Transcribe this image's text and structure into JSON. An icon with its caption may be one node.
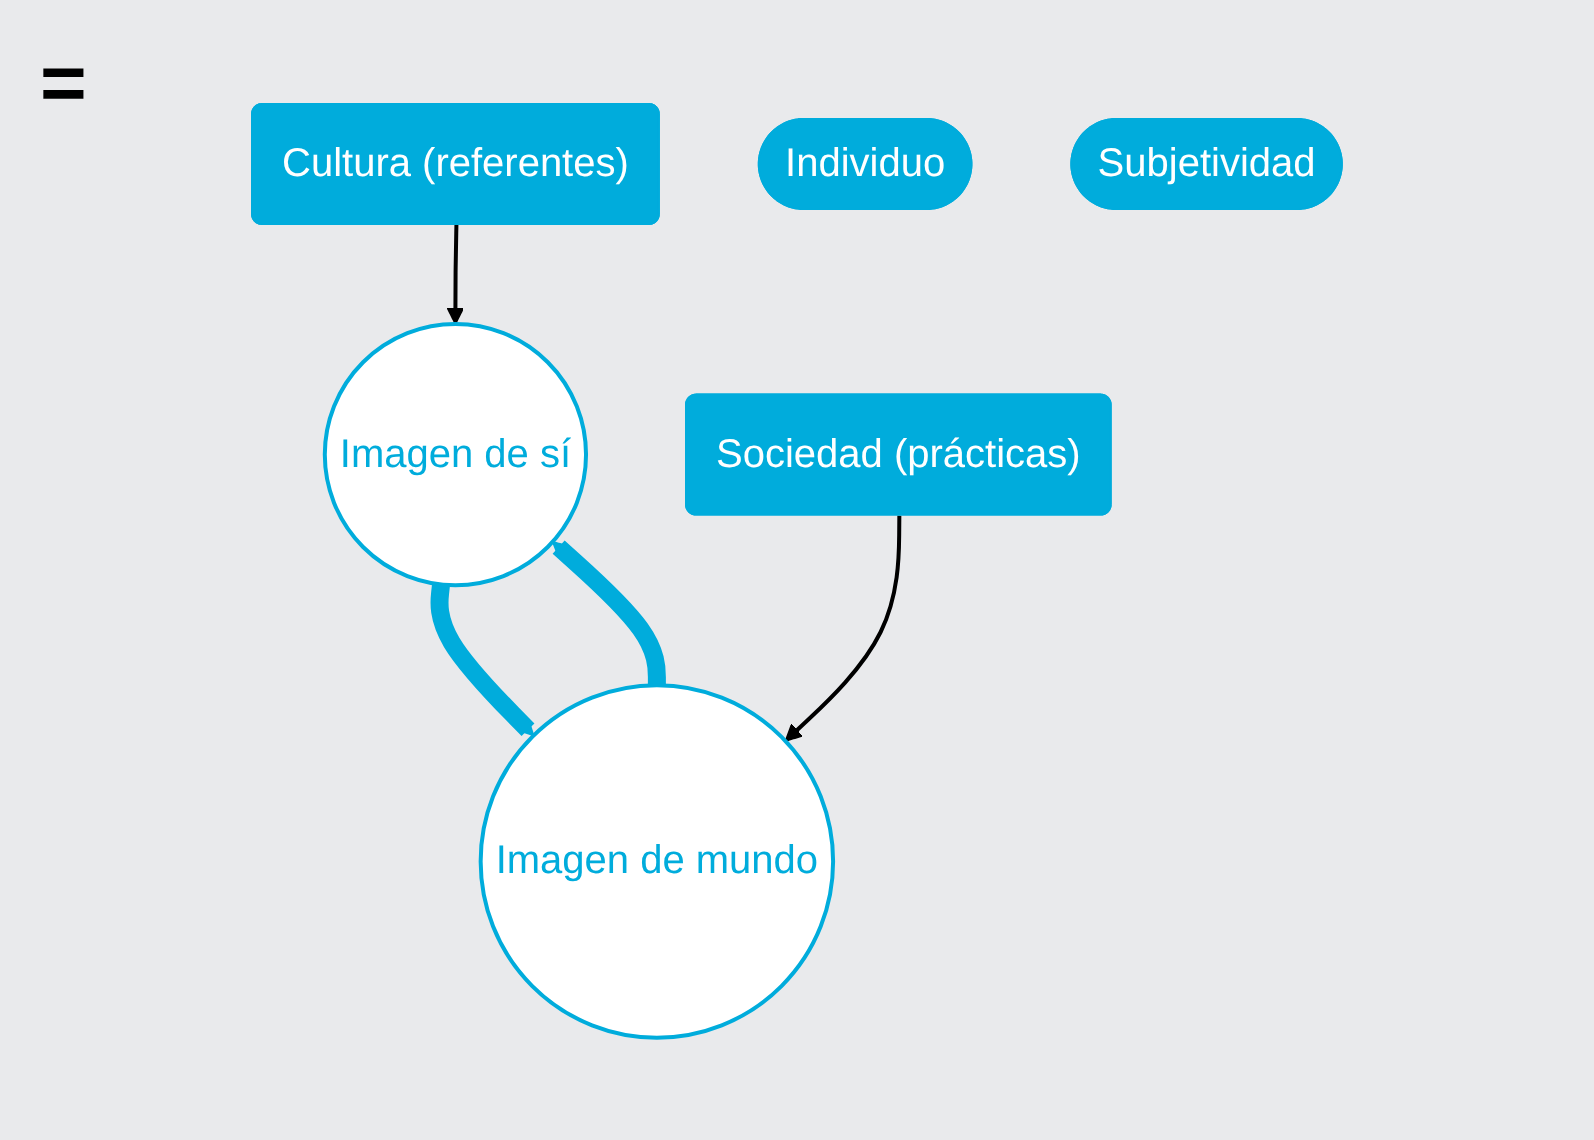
{
  "diagram": {
    "nodes": [
      {
        "text": [
          "Cultura (referentes)"
        ]
      },
      {
        "text": [
          "Imagen de sí"
        ]
      },
      {
        "text": [
          "Individuo"
        ]
      },
      {
        "text": [
          "Imagen de mundo"
        ]
      },
      {
        "text": [
          "Sociedad (prácticas)"
        ]
      },
      {
        "text": [
          "Subjetividad"
        ]
      }
    ],
    "edges": [
      {
        "from": 0,
        "to": 1,
        "arrow": "to"
      },
      {
        "from": 1,
        "to": 3,
        "arrow": "to",
        "style": "thick",
        "color": "#00acdc"
      },
      {
        "from": 3,
        "to": 1,
        "arrow": "to",
        "style": "thick",
        "color": "#00acdc"
      },
      {
        "from": 4,
        "to": 3,
        "arrow": "to"
      }
    ],
    "labels": [
      "="
    ]
  }
}
